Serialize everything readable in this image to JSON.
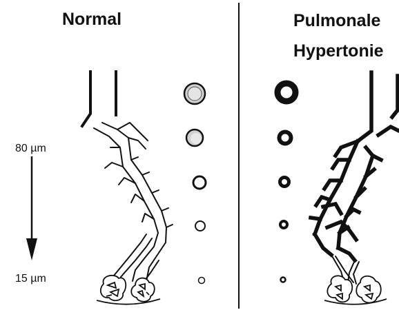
{
  "titles": {
    "normal": "Normal",
    "pulmonary_line1": "Pulmonale",
    "pulmonary_line2": "Hypertonie"
  },
  "scale": {
    "top_label": "80 µm",
    "bottom_label": "15 µm"
  },
  "colors": {
    "ink": "#111111",
    "lumen_fill": "#d6d6d6",
    "background": "#ffffff"
  }
}
